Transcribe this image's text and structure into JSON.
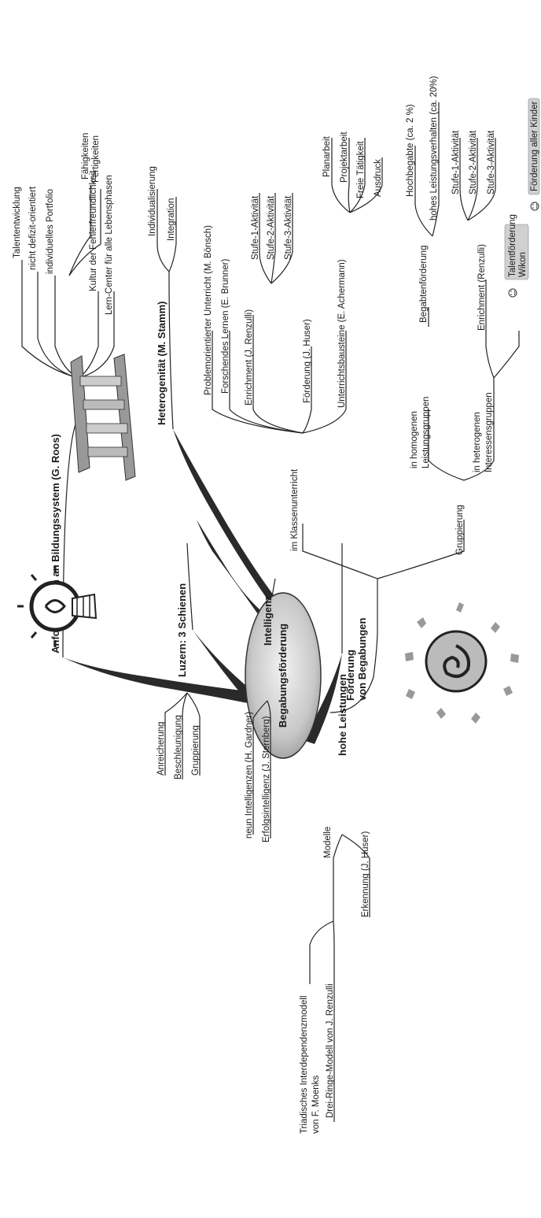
{
  "center": "Begabungsförderung",
  "roos": {
    "title": "Anforderungen an Bildungssystem (G. Roos)",
    "items": [
      "Talententwicklung",
      "nicht defizit-orientiert",
      "individuelles Portfolio",
      "Kultur der Fehlerfreundlichkeit",
      "Lern-Center für alle Lebensphasen"
    ],
    "portfolio_sub": [
      "Fähigkeiten",
      "Fertigkeiten"
    ]
  },
  "stamm": {
    "title": "Heterogenität (M. Stamm)",
    "items": [
      "Individualisierung",
      "Integration"
    ]
  },
  "foerderung": {
    "title_line1": "Förderung",
    "title_line2": "von Begabungen",
    "klassen": {
      "label": "im Klassenunterricht",
      "items": [
        "Problemorientierter Unterricht (M. Bönsch)",
        "Forschendes Lernen (E. Brunner)",
        "Enrichment (J. Renzulli)",
        "Förderung (J. Huser)",
        "Unterrichtsbausteine (E. Achermann)"
      ],
      "enrichment_sub": [
        "Stufe-1-Aktivität",
        "Stufe-2-Aktivität",
        "Stufe-3-Aktivität"
      ],
      "bausteine_sub": [
        "Planarbeit",
        "Projektarbeit",
        "Freie Tätigkeit",
        "Ausdruck"
      ]
    },
    "gruppierung": {
      "label": "Gruppierung",
      "homogen": [
        "in homogenen",
        "Leistungsgruppen"
      ],
      "begabten": "Begabtenförderung",
      "begabten_sub": [
        "Hochbegabte (ca. 2 %)",
        "hohes Leistungsverhalten (ca. 20%)"
      ],
      "heterogen": [
        "in heterogenen",
        "Interessensgruppen"
      ],
      "enrichment": "Enrichment (Renzulli)",
      "enrichment_sub": [
        "Stufe-1-Aktivität",
        "Stufe-2-Aktivität",
        "Stufe-3-Aktivität"
      ],
      "talent": [
        "Talentförderung",
        "Wikon"
      ],
      "alle": "Förderung aller Kinder"
    }
  },
  "luzern": {
    "title": "Luzern: 3 Schienen",
    "items": [
      "Anreicherung",
      "Beschleunigung",
      "Gruppierung"
    ]
  },
  "intelligenz": {
    "title": "Intelligenz",
    "items": [
      "neun Intelligenzen (H. Gardner)",
      "Erfolgsintelligenz (J. Sternberg)"
    ]
  },
  "leistungen": {
    "title": "hohe Leistungen",
    "modelle": "Modelle",
    "modelle_sub": [
      "Triadisches Interdependenzmodell",
      "von F. Moenks",
      "Drei-Ringe-Modell von J. Renzulli"
    ],
    "erkennung": "Erkennung  (J. Huser)"
  },
  "colors": {
    "ink": "#1a1a1a",
    "bubble": "#c8c8c8",
    "highlight": "#d0d0d0"
  }
}
